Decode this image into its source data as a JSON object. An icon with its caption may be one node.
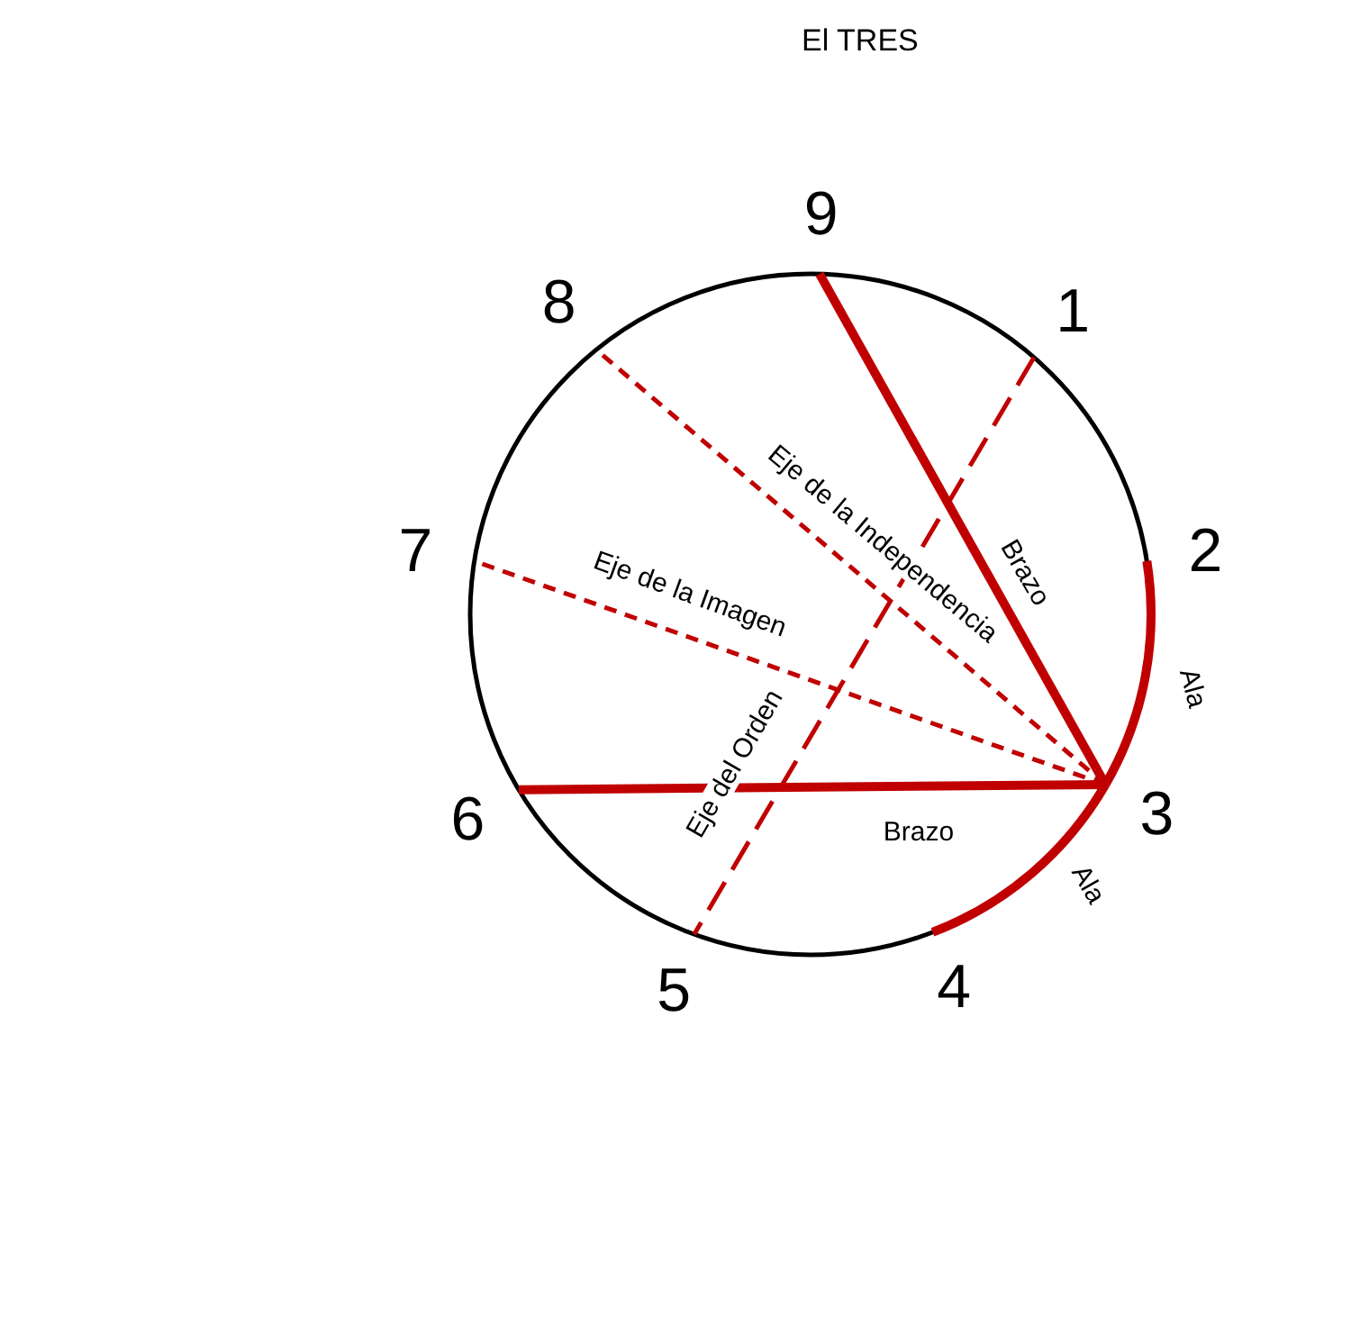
{
  "diagram": {
    "title": "El TRES",
    "nodes": [
      {
        "text": [
          "1"
        ]
      },
      {
        "text": [
          "2"
        ]
      },
      {
        "text": [
          "3"
        ]
      },
      {
        "text": [
          "4"
        ]
      },
      {
        "text": [
          "5"
        ]
      },
      {
        "text": [
          "6"
        ]
      },
      {
        "text": [
          "7"
        ]
      },
      {
        "text": [
          "8"
        ]
      },
      {
        "text": [
          "9"
        ]
      }
    ],
    "edges": [
      {
        "from": 2,
        "to": 8,
        "arrow": "none",
        "label": "Brazo"
      },
      {
        "from": 2,
        "to": 7,
        "arrow": "none",
        "label": "Eje de la Independencia",
        "style": "dashed"
      },
      {
        "from": 2,
        "to": 6,
        "arrow": "none",
        "label": "Eje de la Imagen",
        "style": "dashed"
      },
      {
        "from": 0,
        "to": 4,
        "arrow": "none",
        "label": "Eje del Orden",
        "style": "dashed"
      },
      {
        "from": 1,
        "to": 2,
        "arrow": "none",
        "label": "Ala"
      },
      {
        "from": 5,
        "to": 2,
        "arrow": "none",
        "label": "Brazo"
      },
      {
        "from": 2,
        "to": 3,
        "arrow": "none",
        "label": "Ala"
      }
    ]
  }
}
